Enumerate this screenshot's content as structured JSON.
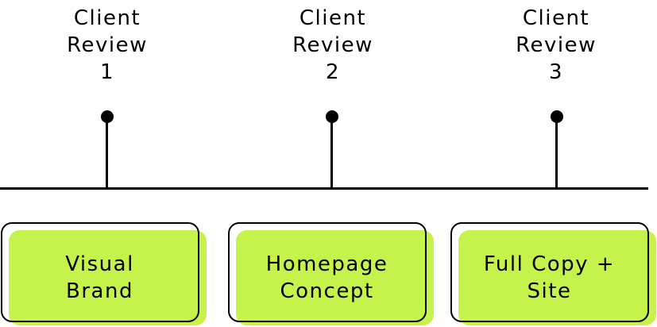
{
  "milestones": [
    {
      "line1": "Client",
      "line2": "Review",
      "number": "1"
    },
    {
      "line1": "Client",
      "line2": "Review",
      "number": "2"
    },
    {
      "line1": "Client",
      "line2": "Review",
      "number": "3"
    }
  ],
  "phases": [
    {
      "line1": "Visual",
      "line2": "Brand"
    },
    {
      "line1": "Homepage",
      "line2": "Concept"
    },
    {
      "line1": "Full Copy +",
      "line2": "Site"
    }
  ],
  "colors": {
    "accent": "#c5f34b",
    "ink": "#000000"
  }
}
